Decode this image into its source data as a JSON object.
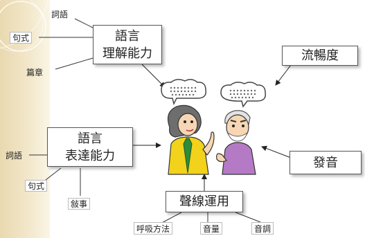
{
  "main_boxes": {
    "understanding": {
      "line1": "語言",
      "line2": "理解能力"
    },
    "expression": {
      "line1": "語言",
      "line2": "表達能力"
    },
    "fluency": "流暢度",
    "pronunciation": "發音",
    "voice": "聲線運用"
  },
  "understanding_items": [
    "詞語",
    "句式",
    "篇章"
  ],
  "expression_items": [
    "詞語",
    "句式",
    "敍事"
  ],
  "voice_items": [
    "呼吸方法",
    "音量",
    "音調"
  ],
  "colors": {
    "strip": "#e9d9b0",
    "woman_shirt": "#f2d21a",
    "man_shirt": "#b57ac6",
    "tie": "#2e8b3a"
  },
  "icons": [
    "speech-bubble-icon",
    "thinking-woman-icon",
    "thinking-man-icon"
  ]
}
